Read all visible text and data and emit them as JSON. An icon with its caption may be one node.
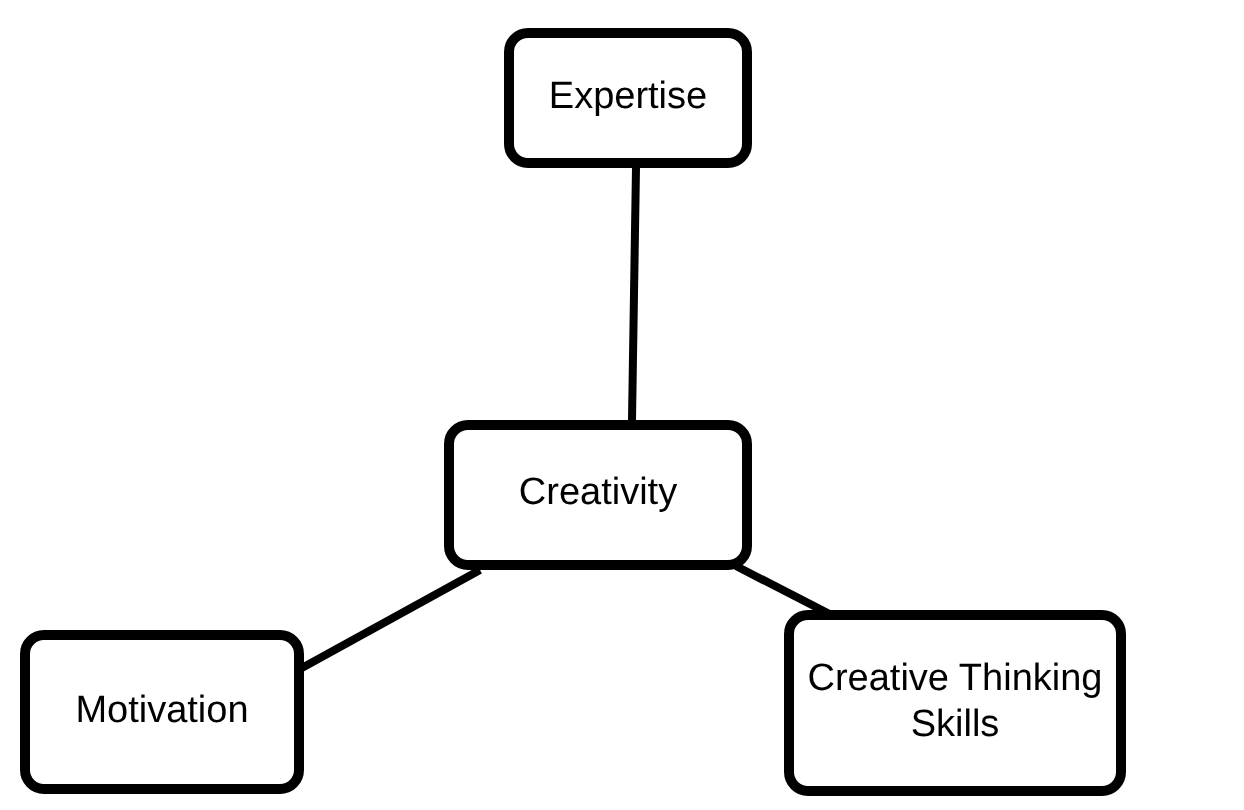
{
  "diagram": {
    "nodes": [
      {
        "text": [
          "Expertise"
        ]
      },
      {
        "text": [
          "Creativity"
        ]
      },
      {
        "text": [
          "Motivation"
        ]
      },
      {
        "text": [
          "Creative Thinking Skills"
        ]
      }
    ],
    "edges": [
      {
        "from": 0,
        "to": 1,
        "arrow": "none"
      },
      {
        "from": 1,
        "to": 2,
        "arrow": "none"
      },
      {
        "from": 1,
        "to": 3,
        "arrow": "none"
      }
    ]
  }
}
